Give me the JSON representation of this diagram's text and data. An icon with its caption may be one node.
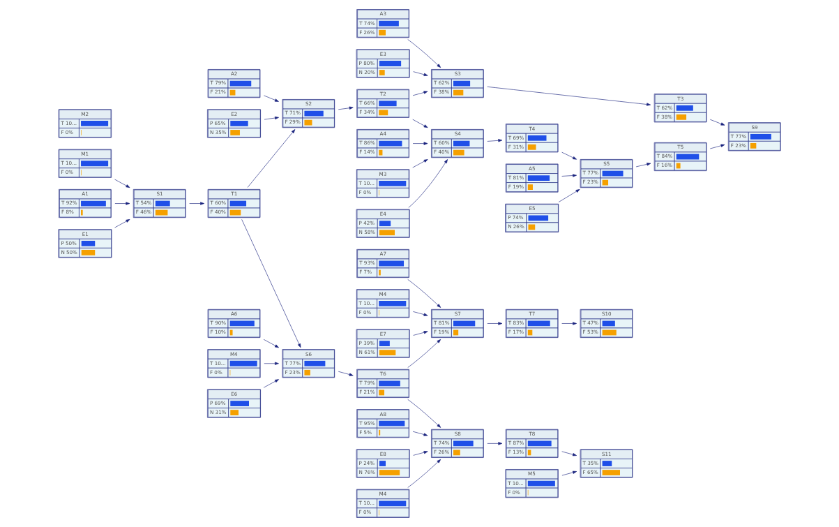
{
  "diagram": {
    "nodes": [
      {
        "text": [
          "M1",
          "T 10...",
          "F 0%"
        ]
      },
      {
        "text": [
          "A1",
          "T 92%",
          "F 8%"
        ]
      },
      {
        "text": [
          "M2",
          "T 10...",
          "F 0%"
        ]
      },
      {
        "text": [
          "A2",
          "T 79%",
          "F 21%"
        ]
      },
      {
        "text": [
          "S2",
          "T 71%",
          "F 29%"
        ]
      },
      {
        "text": [
          "T2",
          "T 66%",
          "F 34%"
        ]
      },
      {
        "text": [
          "A3",
          "T 74%",
          "F 26%"
        ]
      },
      {
        "text": [
          "S3",
          "T 62%",
          "F 38%"
        ]
      },
      {
        "text": [
          "T3",
          "T 62%",
          "F 38%"
        ]
      },
      {
        "text": [
          "S9",
          "T 77%",
          "F 23%"
        ]
      },
      {
        "text": [
          "S1",
          "T 54%",
          "F 46%"
        ]
      },
      {
        "text": [
          "T1",
          "T 60%",
          "F 40%"
        ]
      },
      {
        "text": [
          "E2",
          "P 65%",
          "N 35%"
        ]
      },
      {
        "text": [
          "E3",
          "P 80%",
          "N 20%"
        ]
      },
      {
        "text": [
          "A5",
          "T 81%",
          "F 19%"
        ]
      },
      {
        "text": [
          "E1",
          "P 50%",
          "N 50%"
        ]
      },
      {
        "text": [
          "A4",
          "T 86%",
          "F 14%"
        ]
      },
      {
        "text": [
          "S4",
          "T 60%",
          "F 40%"
        ]
      },
      {
        "text": [
          "T4",
          "T 69%",
          "F 31%"
        ]
      },
      {
        "text": [
          "S5",
          "T 77%",
          "F 23%"
        ]
      },
      {
        "text": [
          "T5",
          "T 84%",
          "F 16%"
        ]
      },
      {
        "text": [
          "M3",
          "T 10...",
          "F 0%"
        ]
      },
      {
        "text": [
          "E4",
          "P 42%",
          "N 58%"
        ]
      },
      {
        "text": [
          "E5",
          "P 74%",
          "N 26%"
        ]
      },
      {
        "text": [
          "A7",
          "T 93%",
          "F 7%"
        ]
      },
      {
        "text": [
          "M4",
          "T 10...",
          "F 0%"
        ]
      },
      {
        "text": [
          "A6",
          "T 90%",
          "F 10%"
        ]
      },
      {
        "text": [
          "S6",
          "T 77%",
          "F 23%"
        ]
      },
      {
        "text": [
          "T6",
          "T 79%",
          "F 21%"
        ]
      },
      {
        "text": [
          "S7",
          "T 81%",
          "F 19%"
        ]
      },
      {
        "text": [
          "T7",
          "T 83%",
          "F 17%"
        ]
      },
      {
        "text": [
          "S10",
          "T 47%",
          "F 53%"
        ]
      },
      {
        "text": [
          "M4",
          "T 10...",
          "F 0%"
        ]
      },
      {
        "text": [
          "E6",
          "P 69%",
          "N 31%"
        ]
      },
      {
        "text": [
          "E7",
          "P 39%",
          "N 61%"
        ]
      },
      {
        "text": [
          "S8",
          "T 74%",
          "F 26%"
        ]
      },
      {
        "text": [
          "T8",
          "T 87%",
          "F 13%"
        ]
      },
      {
        "text": [
          "S11",
          "T 35%",
          "F 65%"
        ]
      },
      {
        "text": [
          "A8",
          "T 95%",
          "F 5%"
        ]
      },
      {
        "text": [
          "E8",
          "P 24%",
          "N 76%"
        ]
      },
      {
        "text": [
          "M4",
          "T 10...",
          "F 0%"
        ]
      },
      {
        "text": [
          "M5",
          "T 10...",
          "F 0%"
        ]
      }
    ],
    "edges": [
      {
        "from": 0,
        "to": 10,
        "arrow": "to"
      },
      {
        "from": 1,
        "to": 10,
        "arrow": "to"
      },
      {
        "from": 15,
        "to": 10,
        "arrow": "to"
      },
      {
        "from": 10,
        "to": 11,
        "arrow": "to"
      },
      {
        "from": 11,
        "to": 4,
        "arrow": "to"
      },
      {
        "from": 11,
        "to": 27,
        "arrow": "to"
      },
      {
        "from": 3,
        "to": 4,
        "arrow": "to"
      },
      {
        "from": 12,
        "to": 4,
        "arrow": "to"
      },
      {
        "from": 4,
        "to": 5,
        "arrow": "to"
      },
      {
        "from": 5,
        "to": 7,
        "arrow": "to"
      },
      {
        "from": 5,
        "to": 17,
        "arrow": "to"
      },
      {
        "from": 6,
        "to": 7,
        "arrow": "to"
      },
      {
        "from": 13,
        "to": 7,
        "arrow": "to"
      },
      {
        "from": 7,
        "to": 8,
        "arrow": "to"
      },
      {
        "from": 8,
        "to": 9,
        "arrow": "to"
      },
      {
        "from": 20,
        "to": 9,
        "arrow": "to"
      },
      {
        "from": 16,
        "to": 17,
        "arrow": "to"
      },
      {
        "from": 21,
        "to": 17,
        "arrow": "to"
      },
      {
        "from": 22,
        "to": 17,
        "arrow": "to"
      },
      {
        "from": 17,
        "to": 18,
        "arrow": "to"
      },
      {
        "from": 18,
        "to": 19,
        "arrow": "to"
      },
      {
        "from": 14,
        "to": 19,
        "arrow": "to"
      },
      {
        "from": 23,
        "to": 19,
        "arrow": "to"
      },
      {
        "from": 19,
        "to": 20,
        "arrow": "to"
      },
      {
        "from": 26,
        "to": 27,
        "arrow": "to"
      },
      {
        "from": 32,
        "to": 27,
        "arrow": "to"
      },
      {
        "from": 33,
        "to": 27,
        "arrow": "to"
      },
      {
        "from": 27,
        "to": 28,
        "arrow": "to"
      },
      {
        "from": 28,
        "to": 29,
        "arrow": "to"
      },
      {
        "from": 28,
        "to": 35,
        "arrow": "to"
      },
      {
        "from": 24,
        "to": 29,
        "arrow": "to"
      },
      {
        "from": 25,
        "to": 29,
        "arrow": "to"
      },
      {
        "from": 34,
        "to": 29,
        "arrow": "to"
      },
      {
        "from": 29,
        "to": 30,
        "arrow": "to"
      },
      {
        "from": 30,
        "to": 31,
        "arrow": "to"
      },
      {
        "from": 38,
        "to": 35,
        "arrow": "to"
      },
      {
        "from": 40,
        "to": 35,
        "arrow": "to"
      },
      {
        "from": 39,
        "to": 35,
        "arrow": "to"
      },
      {
        "from": 35,
        "to": 36,
        "arrow": "to"
      },
      {
        "from": 36,
        "to": 37,
        "arrow": "to"
      },
      {
        "from": 41,
        "to": 37,
        "arrow": "to"
      }
    ]
  }
}
